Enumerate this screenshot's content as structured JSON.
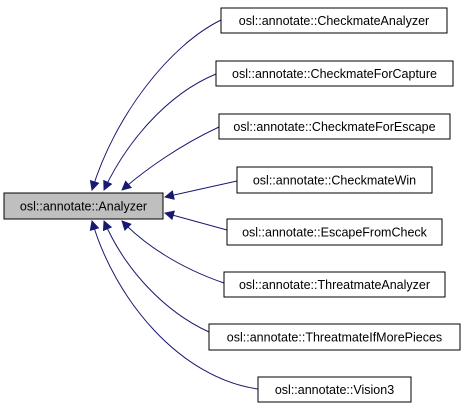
{
  "diagram": {
    "type": "inheritance-graph",
    "colors": {
      "edge": "#191970",
      "node_border": "#000000",
      "base_fill": "#bfbfbf",
      "derived_fill": "#ffffff"
    },
    "base": {
      "label": "osl::annotate::Analyzer"
    },
    "derived": [
      {
        "label": "osl::annotate::CheckmateAnalyzer"
      },
      {
        "label": "osl::annotate::CheckmateForCapture"
      },
      {
        "label": "osl::annotate::CheckmateForEscape"
      },
      {
        "label": "osl::annotate::CheckmateWin"
      },
      {
        "label": "osl::annotate::EscapeFromCheck"
      },
      {
        "label": "osl::annotate::ThreatmateAnalyzer"
      },
      {
        "label": "osl::annotate::ThreatmateIfMorePieces"
      },
      {
        "label": "osl::annotate::Vision3"
      }
    ]
  }
}
